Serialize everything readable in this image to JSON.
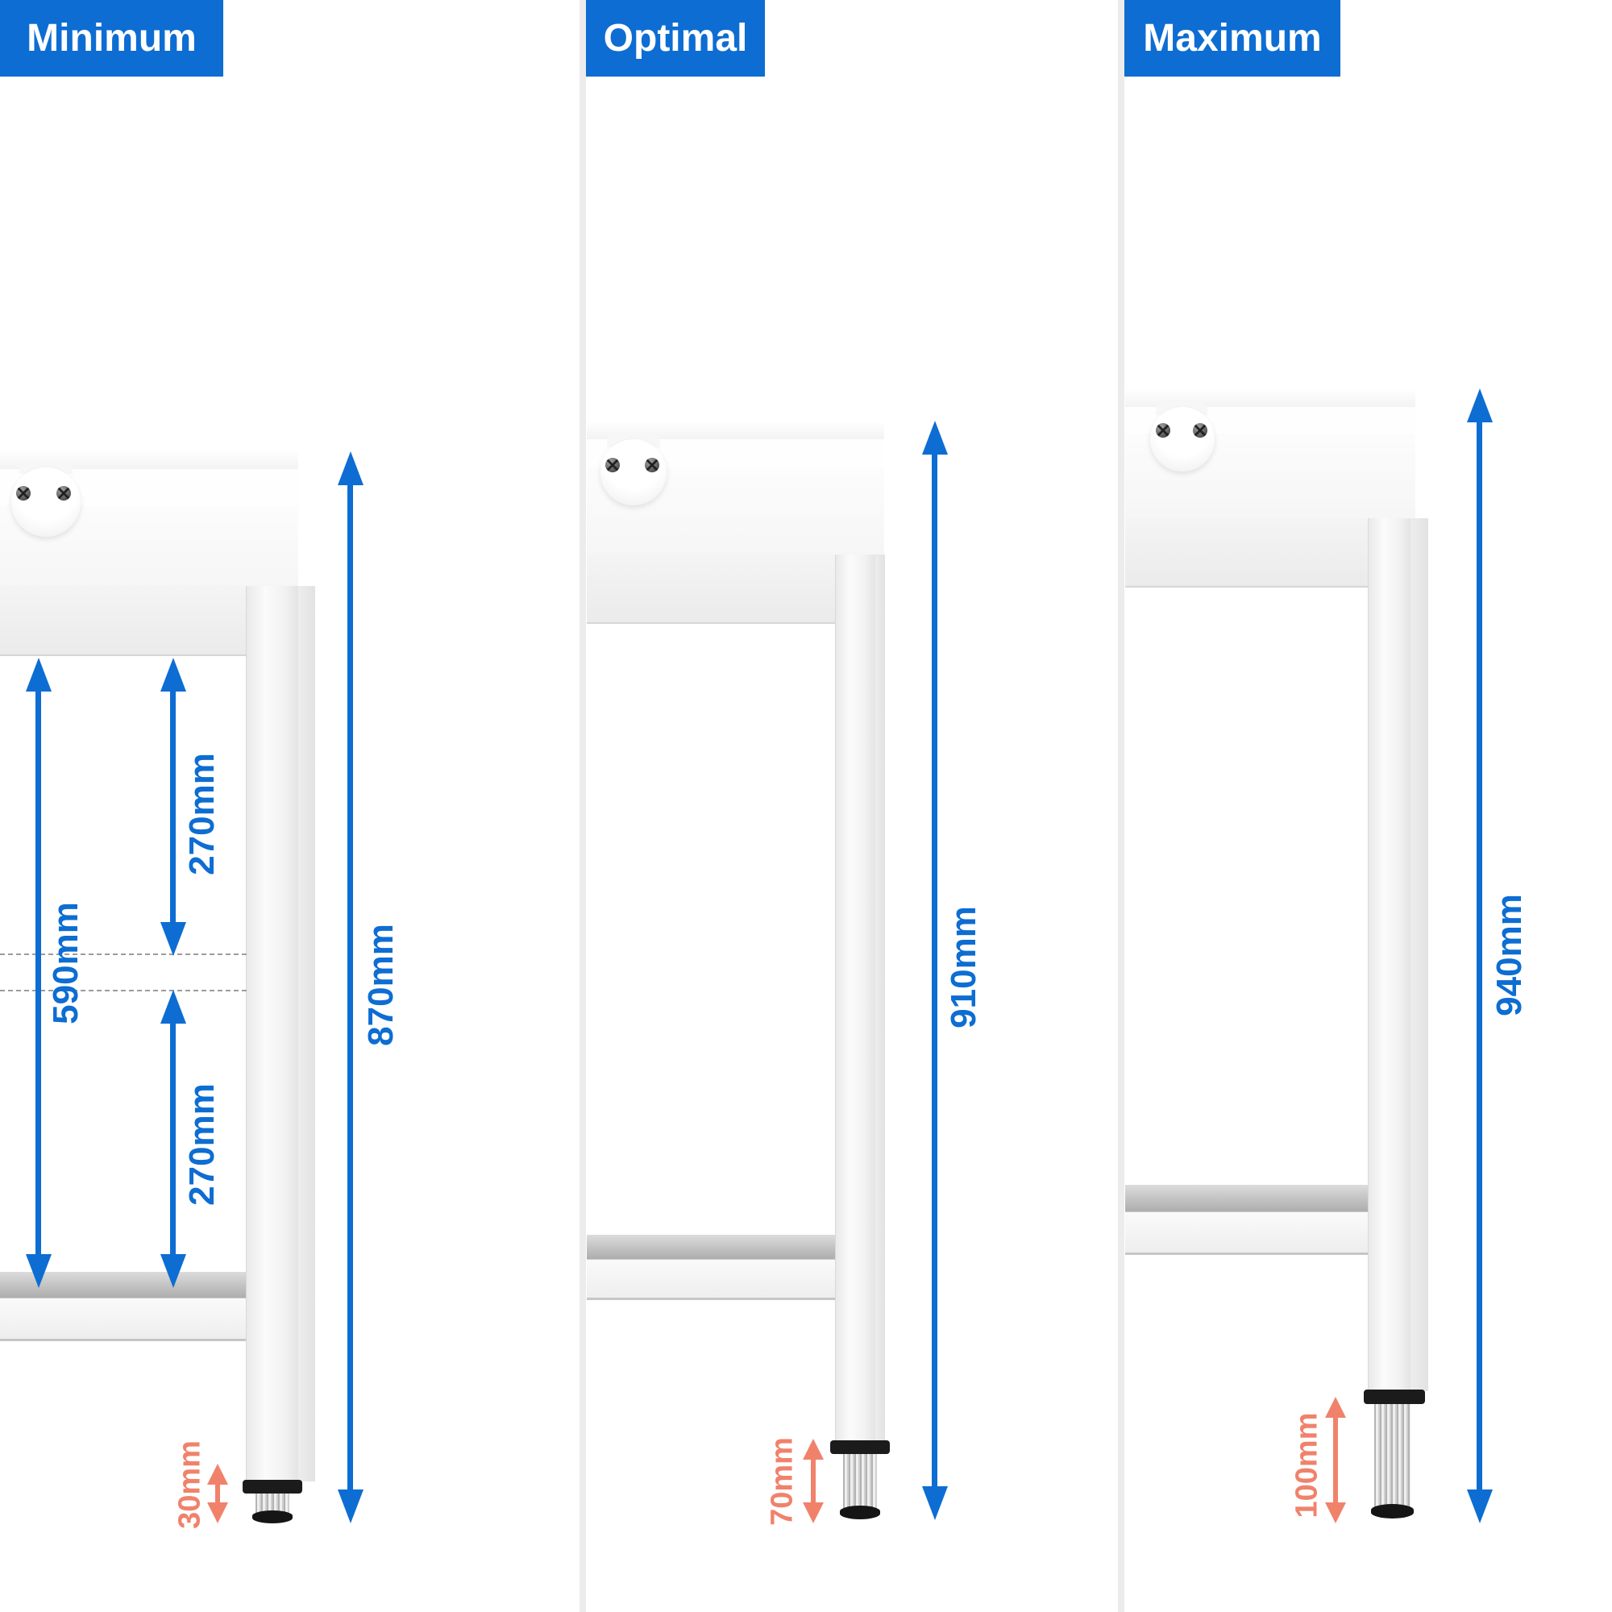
{
  "panels": [
    {
      "label": "Minimum",
      "total_height": "870mm",
      "foot_adjustment": "30mm",
      "inner_measurements": {
        "upper_gap": "270mm",
        "overall_span": "590mm",
        "lower_gap": "270mm"
      }
    },
    {
      "label": "Optimal",
      "total_height": "910mm",
      "foot_adjustment": "70mm"
    },
    {
      "label": "Maximum",
      "total_height": "940mm",
      "foot_adjustment": "100mm"
    }
  ],
  "colors": {
    "accent_blue": "#0d6dd2",
    "accent_orange": "#f0826b",
    "header_text": "#ffffff",
    "divider": "#ececec"
  }
}
